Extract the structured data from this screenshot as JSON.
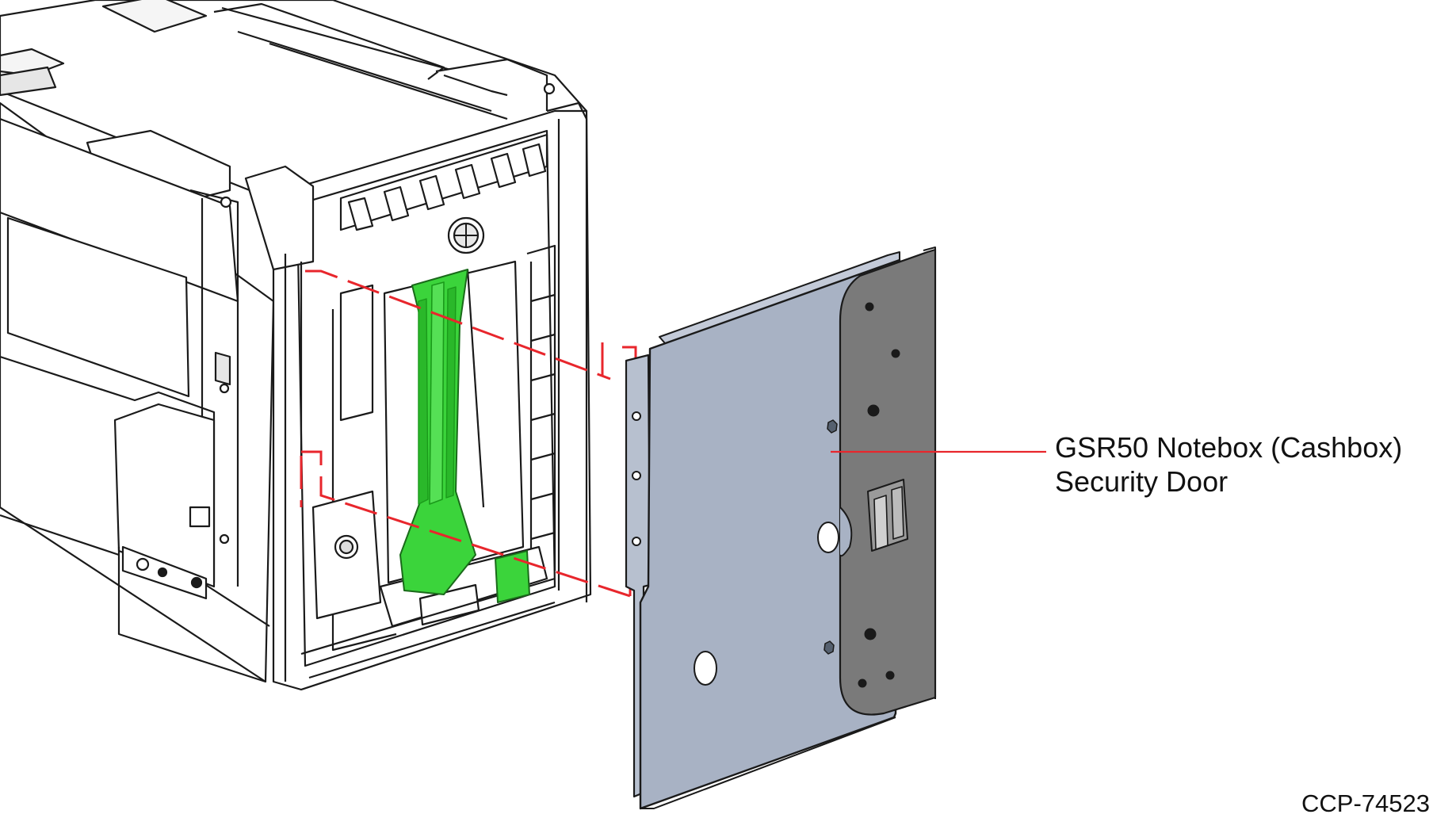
{
  "callout": {
    "line1": "GSR50 Notebox (Cashbox)",
    "line2": "Security Door"
  },
  "figure_id": "CCP-74523",
  "colors": {
    "outline": "#1a1a1a",
    "housing": "#ffffff",
    "housing_shade": "#efefef",
    "door_panel": "#a8b2c4",
    "door_edge": "#7d889c",
    "door_plate": "#7a7a7a",
    "latch_green": "#3bd43b",
    "latch_green_dark": "#1a9a1a",
    "guide_dash": "#e8262c"
  }
}
